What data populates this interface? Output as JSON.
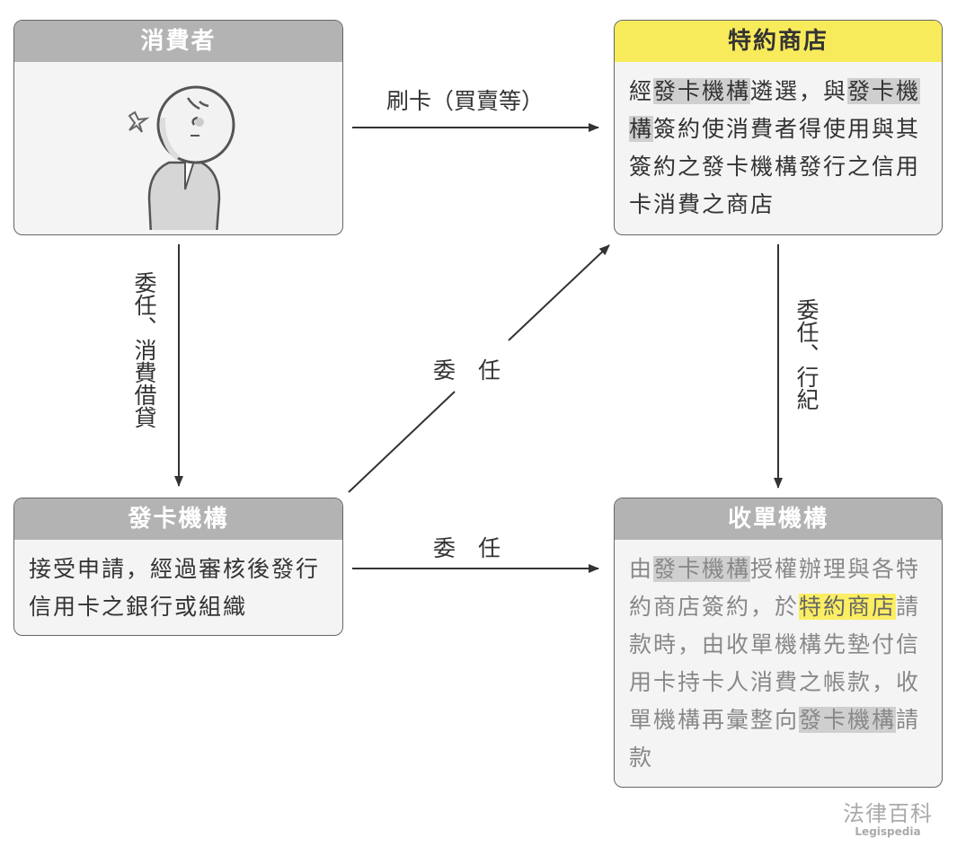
{
  "consumer": {
    "title": "消費者",
    "icon": "person-icon"
  },
  "merchant": {
    "title": "特約商店",
    "segments": [
      {
        "t": "經",
        "h": ""
      },
      {
        "t": "發卡機構",
        "h": "gray"
      },
      {
        "t": "遴選，與",
        "h": ""
      },
      {
        "t": "發卡機構",
        "h": "gray"
      },
      {
        "t": "簽約使消費者得使用與其簽約之發卡機構發行之信用卡消費之商店",
        "h": ""
      }
    ]
  },
  "issuer": {
    "title": "發卡機構",
    "text": "接受申請，經過審核後發行信用卡之銀行或組織"
  },
  "acquirer": {
    "title": "收單機構",
    "segments": [
      {
        "t": "由",
        "h": ""
      },
      {
        "t": "發卡機構",
        "h": "gray"
      },
      {
        "t": "授權辦理與各特約商店簽約，於",
        "h": ""
      },
      {
        "t": "特約商店",
        "h": "yellow"
      },
      {
        "t": "請款時，由收單機構先墊付信用卡持卡人消費之帳款，收單機構再彙整向",
        "h": ""
      },
      {
        "t": "發卡機構",
        "h": "gray"
      },
      {
        "t": "請款",
        "h": ""
      }
    ]
  },
  "arrows": {
    "consumer_to_merchant": "刷卡（買賣等）",
    "consumer_to_issuer": "委任、消費借貸",
    "merchant_to_acquirer": "委任、行紀",
    "issuer_to_merchant": "委　任",
    "issuer_to_acquirer": "委　任"
  },
  "watermark": {
    "zh": "法律百科",
    "en": "Legispedia"
  }
}
